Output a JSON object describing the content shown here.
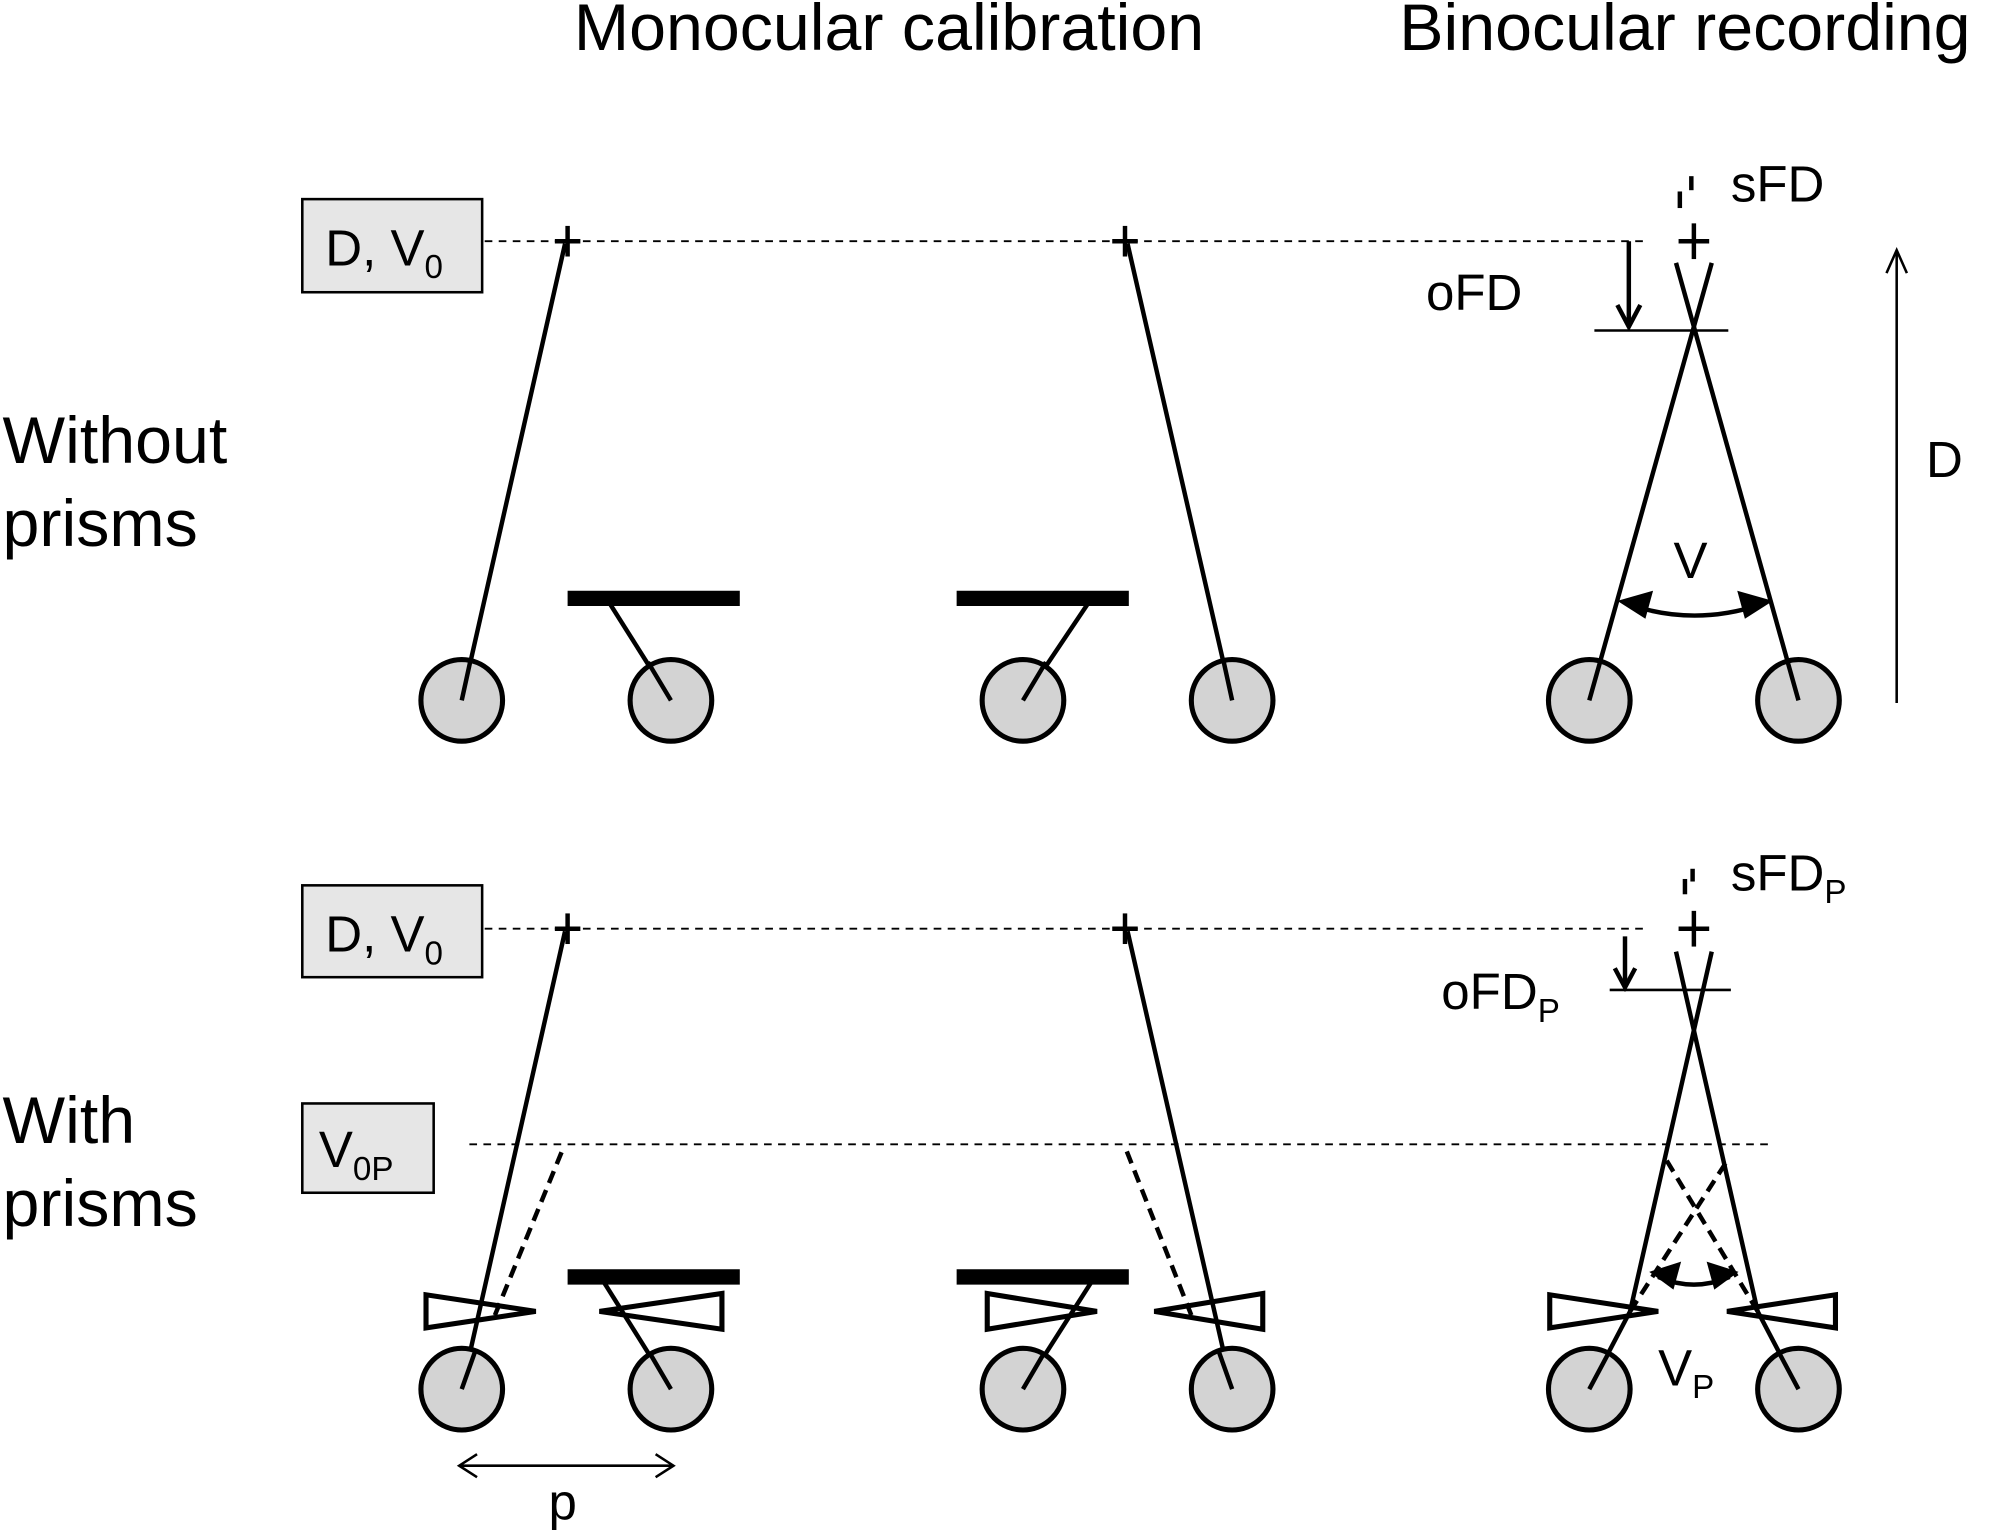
{
  "titles": {
    "monocular": "Monocular calibration",
    "binocular": "Binocular recording"
  },
  "rows": {
    "without": {
      "line1": "Without",
      "line2": "prisms"
    },
    "with": {
      "line1": "With",
      "line2": "prisms"
    }
  },
  "boxes": {
    "top": {
      "main": "D, V",
      "sub": "0"
    },
    "bottom": {
      "main": "D, V",
      "sub": "0"
    },
    "v0p": {
      "main": "V",
      "sub": "0P"
    }
  },
  "labels": {
    "sfd": "sFD",
    "ofd": "oFD",
    "d": "D",
    "v": "V",
    "sfdp_main": "sFD",
    "sfdp_sub": "P",
    "ofdp_main": "oFD",
    "ofdp_sub": "P",
    "vp_main": "V",
    "vp_sub": "P",
    "p": "p"
  },
  "colors": {
    "eye_fill": "#d3d3d3",
    "box_fill": "#e6e6e6",
    "ink": "#000000"
  }
}
